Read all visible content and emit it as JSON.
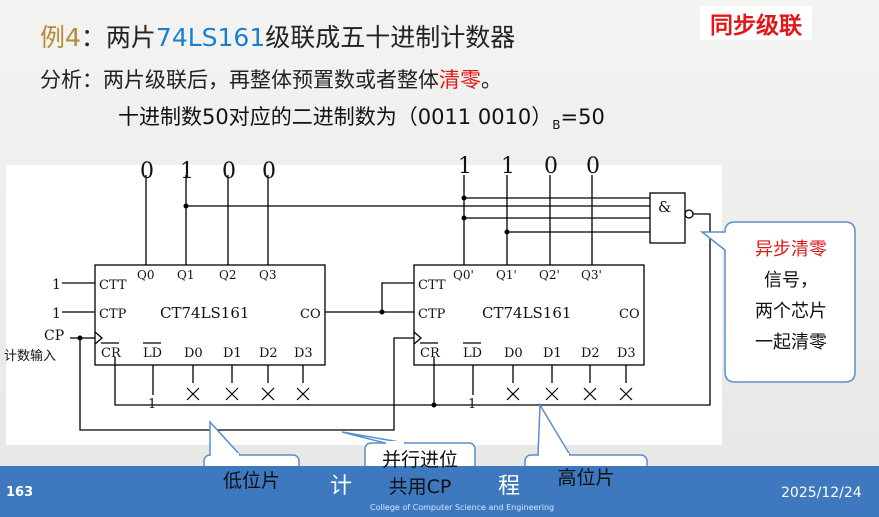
{
  "header": {
    "title_prefix": "例4",
    "title_colon": "：两片",
    "title_chip": "74LS161",
    "title_rest": "级联成五十进制计数器",
    "badge": "同步级联"
  },
  "analysis": {
    "prefix": "分析：两片级联后，再整体预置数或者整体",
    "highlight": "清零",
    "suffix": "。"
  },
  "binary_line": {
    "text": "十进制数50对应的二进制数为（0011 0010）",
    "subscript": "B",
    "tail": "=50"
  },
  "circuit": {
    "low_chip_outputs_bits": [
      "0",
      "1",
      "0",
      "0"
    ],
    "high_chip_outputs_bits": [
      "1",
      "1",
      "0",
      "0"
    ],
    "chip_name": "CT74LS161",
    "pin_ctt": "CTT",
    "pin_ctp": "CTP",
    "pin_co": "CO",
    "pin_cr": "CR",
    "pin_ld": "LD",
    "pin_cp": "CP",
    "low_q_labels": [
      "Q0",
      "Q1",
      "Q2",
      "Q3"
    ],
    "high_q_labels": [
      "Q0'",
      "Q1'",
      "Q2'",
      "Q3'"
    ],
    "d_labels": [
      "D0",
      "D1",
      "D2",
      "D3"
    ],
    "const_one": "1",
    "cp_input_label": "计数输入",
    "nand_symbol": "&"
  },
  "callout": {
    "line1": "异步清零",
    "line2": "信号，",
    "line3": "两个芯片",
    "line4": "一起清零"
  },
  "labels": {
    "low_chip": "低位片",
    "parallel_cp_line1": "并行进位",
    "parallel_cp_line2": "共用CP",
    "high_chip": "高位片"
  },
  "footer": {
    "page_number": "163",
    "date": "2025/12/24",
    "college": "College of Computer Science and Engineering",
    "logo_left_char": "计",
    "logo_right_char": "程"
  },
  "colors": {
    "accent_red": "#e01818",
    "chip_blue": "#1a7fd1",
    "example_gold": "#b48a3c",
    "footer_blue": "#3e78be",
    "callout_border": "#5a8fc8"
  }
}
